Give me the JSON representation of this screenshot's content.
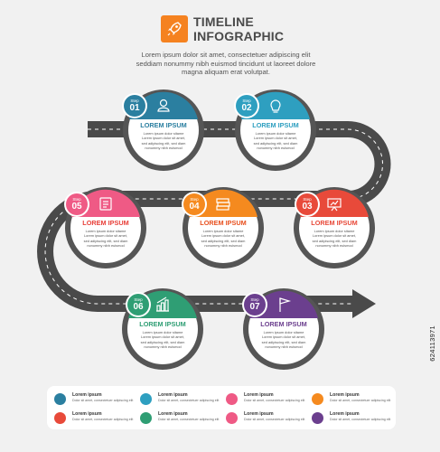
{
  "header": {
    "logo_icon": "rocket-icon",
    "title_line1": "TIMELINE",
    "title_line2": "INFOGRAPHIC",
    "intro_lines": [
      "Lorem ipsum dolor sit amet, consectetuer adipiscing elit",
      "seddiam nonummy nibh euismod tincidunt ut laoreet dolore",
      "magna aliquam erat volutpat."
    ]
  },
  "colors": {
    "road": "#4a4a4a",
    "ring": "#5a5a5a",
    "orange": "#f58220",
    "text": "#4a4a4a"
  },
  "steps": [
    {
      "step_word": "Step",
      "number": "01",
      "title": "LOREM IPSUM",
      "icon": "user-icon",
      "color": "#2b7fa0",
      "lines": [
        "Lorem ipsum dolor sitame",
        "Lorem ipsum dolor sit amet,",
        "sed adipiscing elit, sed diam",
        "nonummy nibh euismod"
      ]
    },
    {
      "step_word": "Step",
      "number": "02",
      "title": "LOREM IPSUM",
      "icon": "lightbulb-icon",
      "color": "#2e9fc0",
      "lines": [
        "Lorem ipsum dolor sitame",
        "Lorem ipsum dolor sit amet,",
        "sed adipiscing elit, sed diam",
        "nonummy nibh euismod"
      ]
    },
    {
      "step_word": "Step",
      "number": "03",
      "title": "LOREM IPSUM",
      "icon": "presentation-icon",
      "color": "#e84a3a",
      "lines": [
        "Lorem ipsum dolor sitame",
        "Lorem ipsum dolor sit amet,",
        "sed adipiscing elit, sed diam",
        "nonummy nibh euismod"
      ]
    },
    {
      "step_word": "Step",
      "number": "04",
      "title": "LOREM IPSUM",
      "icon": "money-stack-icon",
      "color": "#f58a1f",
      "lines": [
        "Lorem ipsum dolor sitame",
        "Lorem ipsum dolor sit amet,",
        "sed adipiscing elit, sed diam",
        "nonummy nibh euismod"
      ]
    },
    {
      "step_word": "Step",
      "number": "05",
      "title": "LOREM IPSUM",
      "icon": "document-icon",
      "color": "#ef5a85",
      "lines": [
        "Lorem ipsum dolor sitame",
        "Lorem ipsum dolor sit amet,",
        "sed adipiscing elit, sed diam",
        "nonummy nibh euismod"
      ]
    },
    {
      "step_word": "Step",
      "number": "06",
      "title": "LOREM IPSUM",
      "icon": "bar-chart-icon",
      "color": "#2f9e74",
      "lines": [
        "Lorem ipsum dolor sitame",
        "Lorem ipsum dolor sit amet,",
        "sed adipiscing elit, sed diam",
        "nonummy nibh euismod"
      ]
    },
    {
      "step_word": "Step",
      "number": "07",
      "title": "LOREM IPSUM",
      "icon": "flag-icon",
      "color": "#6b3f8e",
      "lines": [
        "Lorem ipsum dolor sitame",
        "Lorem ipsum dolor sit amet,",
        "sed adipiscing elit, sed diam",
        "nonummy nibh euismod"
      ]
    }
  ],
  "legend": [
    {
      "title": "Lorem ipsum",
      "desc": "Dolor sit amet, consectetuer adipiscing elit",
      "color": "#2b7fa0"
    },
    {
      "title": "Lorem ipsum",
      "desc": "Dolor sit amet, consectetuer adipiscing elit",
      "color": "#2e9fc0"
    },
    {
      "title": "Lorem ipsum",
      "desc": "Dolor sit amet, consectetuer adipiscing elit",
      "color": "#ef5a85"
    },
    {
      "title": "Lorem ipsum",
      "desc": "Dolor sit amet, consectetuer adipiscing elit",
      "color": "#f58a1f"
    },
    {
      "title": "Lorem ipsum",
      "desc": "Dolor sit amet, consectetuer adipiscing elit",
      "color": "#e84a3a"
    },
    {
      "title": "Lorem ipsum",
      "desc": "Dolor sit amet, consectetuer adipiscing elit",
      "color": "#2f9e74"
    },
    {
      "title": "Lorem ipsum",
      "desc": "Dolor sit amet, consectetuer adipiscing elit",
      "color": "#ef5a85"
    },
    {
      "title": "Lorem ipsum",
      "desc": "Dolor sit amet, consectetuer adipiscing elit",
      "color": "#6b3f8e"
    }
  ],
  "stock_id": "624113971"
}
